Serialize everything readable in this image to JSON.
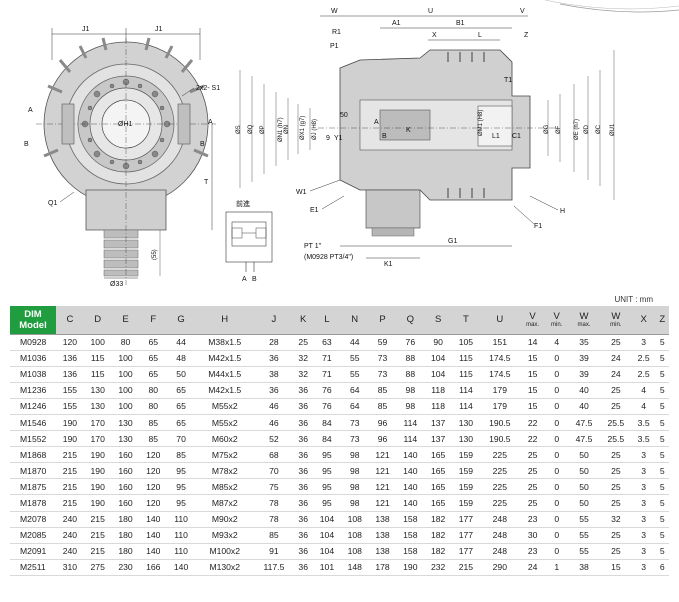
{
  "drawing": {
    "front_view_labels": {
      "j1_left": "J1",
      "j1_right": "J1",
      "s1_callout": "2x2- S1",
      "a_top": "A",
      "a_right": "A",
      "b_left": "B",
      "b_right": "B",
      "h1": "ØH1",
      "t": "T",
      "q1": "Q1",
      "fifty_five": "(55)",
      "thirty_three": "Ø33"
    },
    "detail_labels": {
      "title": "前進",
      "a": "A",
      "b": "B"
    },
    "side_view_labels": {
      "w": "W",
      "r1": "R1",
      "p1": "P1",
      "a1": "A1",
      "u": "U",
      "b1": "B1",
      "v": "V",
      "x": "X",
      "l": "L",
      "z": "Z",
      "t1": "T1",
      "s": "ØS",
      "q": "ØQ",
      "p": "ØP",
      "n1": "ØN1 (h7)",
      "n": "ØN",
      "x1": "ØX1 (g7)",
      "j": "ØJ (H8)",
      "fifty": "50",
      "y1": "Y1",
      "nine": "9",
      "a": "A",
      "b": "B",
      "k": "K",
      "m1": "ØM1 (H8)",
      "l1": "L1",
      "c1": "C1",
      "g": "ØG",
      "f": "ØF",
      "e": "ØE (h7)",
      "d": "ØD",
      "c": "ØC",
      "u1": "ØU1",
      "w1": "W1",
      "e1": "E1",
      "h": "H",
      "f1": "F1",
      "g1": "G1",
      "k1": "K1",
      "pt_line1": "PT 1\"",
      "pt_line2": "(M0928 PT3/4\")"
    }
  },
  "unit_label": "UNIT : mm",
  "table": {
    "headers": [
      {
        "label": "C",
        "sub": ""
      },
      {
        "label": "D",
        "sub": ""
      },
      {
        "label": "E",
        "sub": ""
      },
      {
        "label": "F",
        "sub": ""
      },
      {
        "label": "G",
        "sub": ""
      },
      {
        "label": "H",
        "sub": ""
      },
      {
        "label": "J",
        "sub": ""
      },
      {
        "label": "K",
        "sub": ""
      },
      {
        "label": "L",
        "sub": ""
      },
      {
        "label": "N",
        "sub": ""
      },
      {
        "label": "P",
        "sub": ""
      },
      {
        "label": "Q",
        "sub": ""
      },
      {
        "label": "S",
        "sub": ""
      },
      {
        "label": "T",
        "sub": ""
      },
      {
        "label": "U",
        "sub": ""
      },
      {
        "label": "V",
        "sub": "max."
      },
      {
        "label": "V",
        "sub": "min."
      },
      {
        "label": "W",
        "sub": "max."
      },
      {
        "label": "W",
        "sub": "min."
      },
      {
        "label": "X",
        "sub": ""
      },
      {
        "label": "Z",
        "sub": ""
      }
    ],
    "dim_header_line1": "DIM",
    "dim_header_line2": "Model",
    "rows": [
      [
        "M0928",
        "120",
        "100",
        "80",
        "65",
        "44",
        "M38x1.5",
        "28",
        "25",
        "63",
        "44",
        "59",
        "76",
        "90",
        "105",
        "151",
        "14",
        "4",
        "35",
        "25",
        "3",
        "5"
      ],
      [
        "M1036",
        "136",
        "115",
        "100",
        "65",
        "48",
        "M42x1.5",
        "36",
        "32",
        "71",
        "55",
        "73",
        "88",
        "104",
        "115",
        "174.5",
        "15",
        "0",
        "39",
        "24",
        "2.5",
        "5"
      ],
      [
        "M1038",
        "136",
        "115",
        "100",
        "65",
        "50",
        "M44x1.5",
        "38",
        "32",
        "71",
        "55",
        "73",
        "88",
        "104",
        "115",
        "174.5",
        "15",
        "0",
        "39",
        "24",
        "2.5",
        "5"
      ],
      [
        "M1236",
        "155",
        "130",
        "100",
        "80",
        "65",
        "M42x1.5",
        "36",
        "36",
        "76",
        "64",
        "85",
        "98",
        "118",
        "114",
        "179",
        "15",
        "0",
        "40",
        "25",
        "4",
        "5"
      ],
      [
        "M1246",
        "155",
        "130",
        "100",
        "80",
        "65",
        "M55x2",
        "46",
        "36",
        "76",
        "64",
        "85",
        "98",
        "118",
        "114",
        "179",
        "15",
        "0",
        "40",
        "25",
        "4",
        "5"
      ],
      [
        "M1546",
        "190",
        "170",
        "130",
        "85",
        "65",
        "M55x2",
        "46",
        "36",
        "84",
        "73",
        "96",
        "114",
        "137",
        "130",
        "190.5",
        "22",
        "0",
        "47.5",
        "25.5",
        "3.5",
        "5"
      ],
      [
        "M1552",
        "190",
        "170",
        "130",
        "85",
        "70",
        "M60x2",
        "52",
        "36",
        "84",
        "73",
        "96",
        "114",
        "137",
        "130",
        "190.5",
        "22",
        "0",
        "47.5",
        "25.5",
        "3.5",
        "5"
      ],
      [
        "M1868",
        "215",
        "190",
        "160",
        "120",
        "85",
        "M75x2",
        "68",
        "36",
        "95",
        "98",
        "121",
        "140",
        "165",
        "159",
        "225",
        "25",
        "0",
        "50",
        "25",
        "3",
        "5"
      ],
      [
        "M1870",
        "215",
        "190",
        "160",
        "120",
        "95",
        "M78x2",
        "70",
        "36",
        "95",
        "98",
        "121",
        "140",
        "165",
        "159",
        "225",
        "25",
        "0",
        "50",
        "25",
        "3",
        "5"
      ],
      [
        "M1875",
        "215",
        "190",
        "160",
        "120",
        "95",
        "M85x2",
        "75",
        "36",
        "95",
        "98",
        "121",
        "140",
        "165",
        "159",
        "225",
        "25",
        "0",
        "50",
        "25",
        "3",
        "5"
      ],
      [
        "M1878",
        "215",
        "190",
        "160",
        "120",
        "95",
        "M87x2",
        "78",
        "36",
        "95",
        "98",
        "121",
        "140",
        "165",
        "159",
        "225",
        "25",
        "0",
        "50",
        "25",
        "3",
        "5"
      ],
      [
        "M2078",
        "240",
        "215",
        "180",
        "140",
        "110",
        "M90x2",
        "78",
        "36",
        "104",
        "108",
        "138",
        "158",
        "182",
        "177",
        "248",
        "23",
        "0",
        "55",
        "32",
        "3",
        "5"
      ],
      [
        "M2085",
        "240",
        "215",
        "180",
        "140",
        "110",
        "M93x2",
        "85",
        "36",
        "104",
        "108",
        "138",
        "158",
        "182",
        "177",
        "248",
        "30",
        "0",
        "55",
        "25",
        "3",
        "5"
      ],
      [
        "M2091",
        "240",
        "215",
        "180",
        "140",
        "110",
        "M100x2",
        "91",
        "36",
        "104",
        "108",
        "138",
        "158",
        "182",
        "177",
        "248",
        "23",
        "0",
        "55",
        "25",
        "3",
        "5"
      ],
      [
        "M2511",
        "310",
        "275",
        "230",
        "166",
        "140",
        "M130x2",
        "117.5",
        "36",
        "101",
        "148",
        "178",
        "190",
        "232",
        "215",
        "290",
        "24",
        "1",
        "38",
        "15",
        "3",
        "6"
      ]
    ]
  }
}
